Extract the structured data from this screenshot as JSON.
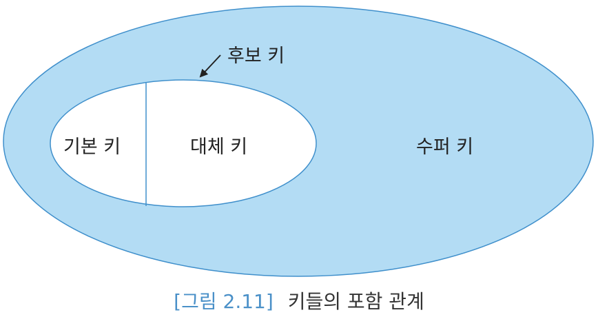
{
  "diagram": {
    "labels": {
      "super_key": "수퍼 키",
      "candidate_key": "후보 키",
      "primary_key": "기본 키",
      "alternate_key": "대체 키"
    },
    "caption": {
      "number": "[그림 2.11]",
      "text": "키들의 포함 관계"
    },
    "colors": {
      "outer_fill": "#b3dcf4",
      "outer_stroke": "#3f8fcb",
      "inner_fill": "#ffffff",
      "caption_number": "#4a90c8"
    }
  }
}
